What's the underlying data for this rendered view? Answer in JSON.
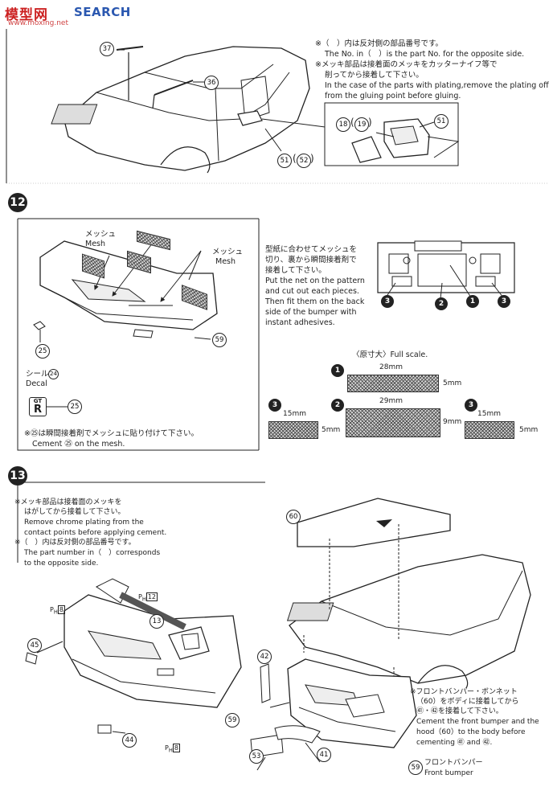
{
  "watermark": {
    "logo": "模型网",
    "search": "SEARCH",
    "url": "www.moxing.net"
  },
  "section_top": {
    "note_jp_1": "※（　）内は反対側の部品番号です。",
    "note_en_1a": "The No. in（　）is the part No. for the opposite side.",
    "note_jp_2a": "※メッキ部品は接着面のメッキをカッターナイフ等で",
    "note_jp_2b": "削ってから接着して下さい。",
    "note_en_2a": "In the case of the parts with plating,remove the plating off",
    "note_en_2b": "from the gluing point before gluing.",
    "parts": {
      "p37": "37",
      "p36": "36",
      "p51a": "51",
      "p52": "52",
      "p18": "18",
      "p19": "19",
      "p51b": "51"
    }
  },
  "step12": {
    "number": "12",
    "mesh_jp_left": "メッシュ",
    "mesh_en_left": "Mesh",
    "mesh_jp_right": "メッシュ",
    "mesh_en_right": "Mesh",
    "p25a": "25",
    "p59": "59",
    "seal_jp": "シール",
    "seal_num": "24",
    "decal_en": "Decal",
    "p25b": "25",
    "gtr_top": "GT",
    "gtr_bottom": "R",
    "cement_jp": "※㉕は瞬間接着剤でメッシュに貼り付けて下さい。",
    "cement_en": "Cement ㉕ on the mesh.",
    "pattern_jp_1": "型紙に合わせてメッシュを",
    "pattern_jp_2": "切り、裏から瞬間接着剤で",
    "pattern_jp_3": "接着して下さい。",
    "pattern_en_1": "Put the net on the pattern",
    "pattern_en_2": "and cut out each pieces.",
    "pattern_en_3": "Then fit them on the back",
    "pattern_en_4": "side of the bumper with",
    "pattern_en_5": "instant adhesives.",
    "diagram_nums": [
      "3",
      "2",
      "1",
      "3"
    ],
    "fullscale": "〈原寸大〉Full scale.",
    "piece1": {
      "num": "1",
      "w": "28mm",
      "h": "5mm"
    },
    "piece2": {
      "num": "2",
      "w": "29mm",
      "h": "9mm"
    },
    "piece3a": {
      "num": "3",
      "w": "15mm",
      "h": "5mm"
    },
    "piece3b": {
      "num": "3",
      "w": "15mm",
      "h": "5mm"
    }
  },
  "step13": {
    "number": "13",
    "note_jp_1": "※メッキ部品は接着面のメッキを",
    "note_jp_2": "はがしてから接着して下さい。",
    "note_en_1": "Remove chrome plating from the",
    "note_en_2": "contact points before applying cement.",
    "note_jp_3": "※（　）内は反対側の部品番号です。",
    "note_en_3": "The part number in（　）corresponds",
    "note_en_4": "to the opposite side.",
    "ph12": "P",
    "ph12_box": "12",
    "ph8a_box": "8",
    "ph8b_box": "8",
    "p13": "13",
    "p45": "45",
    "p59a": "59",
    "p44": "44",
    "p60": "60",
    "p42": "42",
    "p53": "53",
    "p41": "41",
    "p59b": "59",
    "inst_jp_1": "※フロントバンパー・ボンネット",
    "inst_jp_2": "（60）をボディに接着してから",
    "inst_jp_3": "㊶・㊷を接着して下さい。",
    "inst_en_1": "Cement the front bumper and the",
    "inst_en_2": "hood（60）to the body before",
    "inst_en_3": "cementing ㊶ and ㊷.",
    "bumper_jp": "フロントバンパー",
    "bumper_en": "Front bumper"
  }
}
